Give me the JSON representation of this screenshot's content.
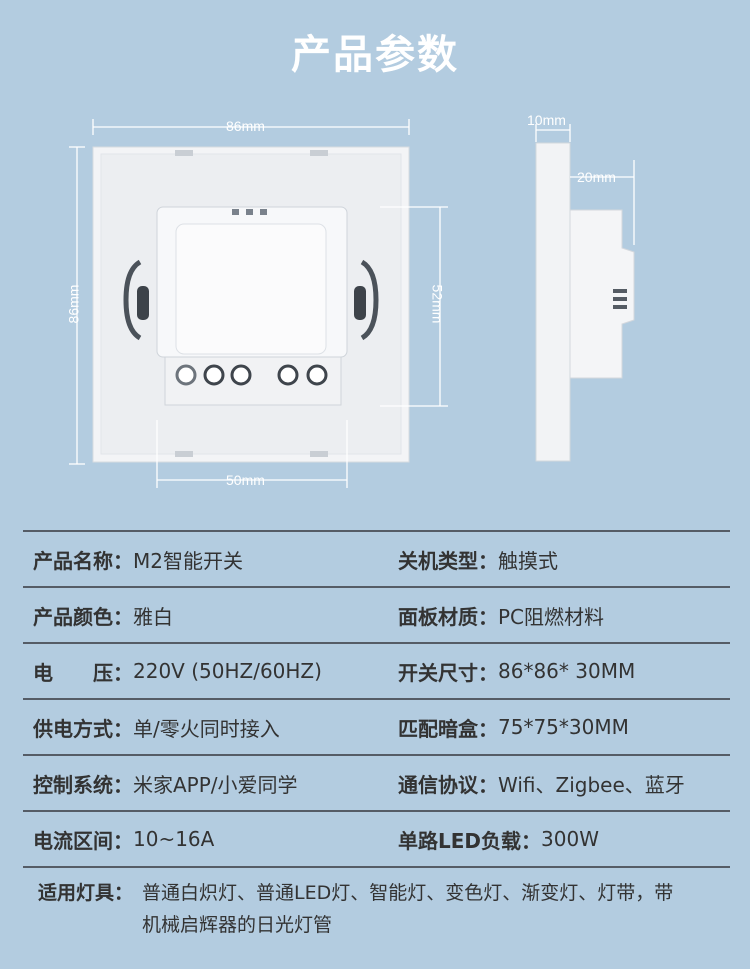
{
  "title": "产品参数",
  "dimensions": {
    "front_width": "86mm",
    "front_height": "86mm",
    "module_width": "50mm",
    "module_height": "52mm",
    "side_depth_panel": "10mm",
    "side_depth_module": "20mm"
  },
  "specs": [
    {
      "left_label": "产品名称：",
      "left_value": "M2智能开关",
      "right_label": "关机类型：",
      "right_value": "触摸式"
    },
    {
      "left_label": "产品颜色：",
      "left_value": "雅白",
      "right_label": "面板材质：",
      "right_value": "PC阻燃材料"
    },
    {
      "left_label": "电　　压：",
      "left_value": "220V (50HZ/60HZ)",
      "right_label": "开关尺寸：",
      "right_value": "86*86* 30MM"
    },
    {
      "left_label": "供电方式：",
      "left_value": "单/零火同时接入",
      "right_label": "匹配暗盒：",
      "right_value": "75*75*30MM"
    },
    {
      "left_label": "控制系统：",
      "left_value": "米家APP/小爱同学",
      "right_label": "通信协议：",
      "right_value": "Wifi、Zigbee、蓝牙"
    },
    {
      "left_label": "电流区间：",
      "left_value": "10~16A",
      "right_label": "单路LED负载：",
      "right_value": "300W"
    }
  ],
  "lamps": {
    "label": "适用灯具：",
    "text": "普通白炽灯、普通LED灯、智能灯、变色灯、渐变灯、灯带，带机械启辉器的日光灯管"
  },
  "colors": {
    "background": "#b3cce0",
    "panel": "#f4f5f7",
    "dim_line": "#ffffff",
    "rule": "#555c66"
  }
}
